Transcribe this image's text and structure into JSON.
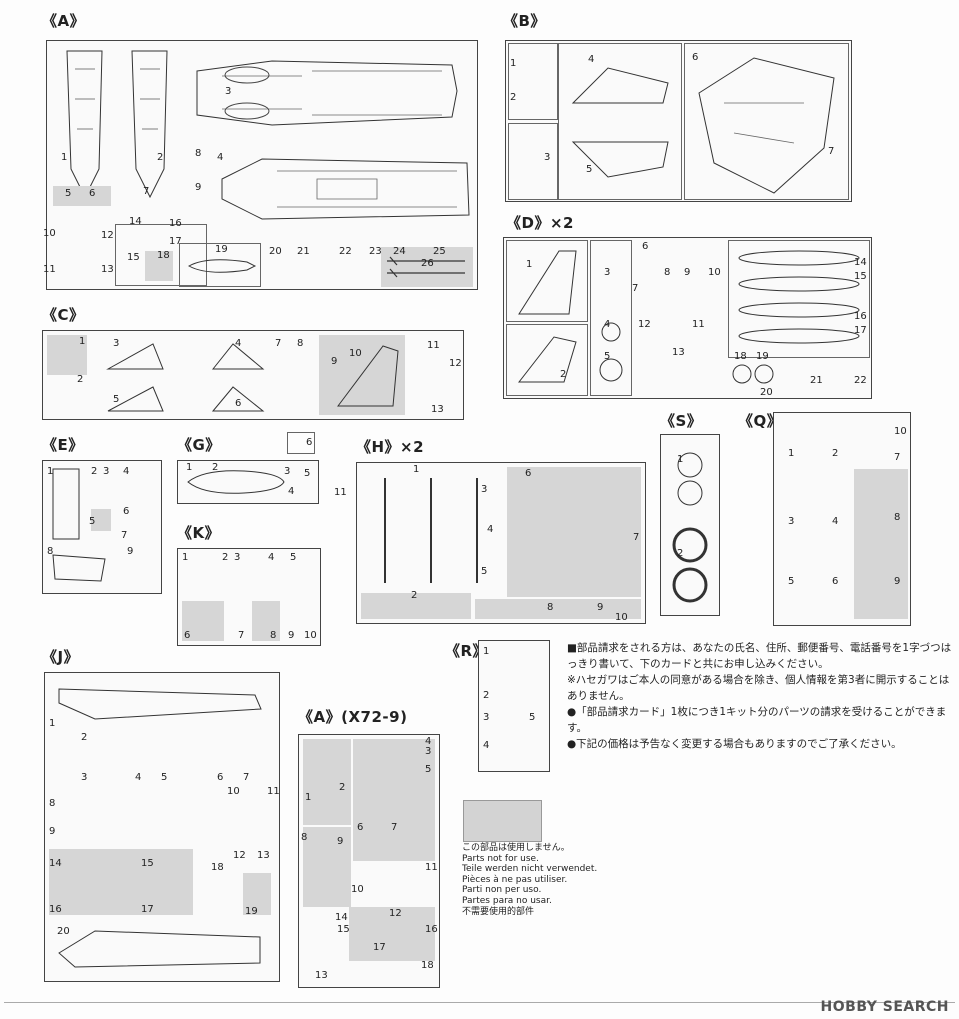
{
  "groups": {
    "A": {
      "title": "《A》",
      "parts": [
        "1",
        "2",
        "3",
        "4",
        "5",
        "6",
        "7",
        "8",
        "9",
        "10",
        "11",
        "12",
        "13",
        "14",
        "15",
        "16",
        "17",
        "18",
        "19",
        "20",
        "21",
        "22",
        "23",
        "24",
        "25",
        "26"
      ]
    },
    "B": {
      "title": "《B》",
      "parts": [
        "1",
        "2",
        "3",
        "4",
        "5",
        "6",
        "7"
      ]
    },
    "C": {
      "title": "《C》",
      "parts": [
        "1",
        "2",
        "3",
        "4",
        "5",
        "6",
        "7",
        "8",
        "9",
        "10",
        "11",
        "12",
        "13"
      ]
    },
    "D": {
      "title": "《D》×2",
      "parts": [
        "1",
        "2",
        "3",
        "4",
        "5",
        "6",
        "7",
        "8",
        "9",
        "10",
        "11",
        "12",
        "13",
        "14",
        "15",
        "16",
        "17",
        "18",
        "19",
        "20",
        "21",
        "22"
      ]
    },
    "E": {
      "title": "《E》",
      "parts": [
        "1",
        "2",
        "3",
        "4",
        "5",
        "6",
        "7",
        "8",
        "9"
      ]
    },
    "G": {
      "title": "《G》",
      "parts": [
        "1",
        "2",
        "3",
        "4",
        "5",
        "6"
      ]
    },
    "K": {
      "title": "《K》",
      "parts": [
        "1",
        "2",
        "3",
        "4",
        "5",
        "6",
        "7",
        "8",
        "9",
        "10"
      ]
    },
    "H": {
      "title": "《H》×2",
      "parts": [
        "1",
        "2",
        "3",
        "4",
        "5",
        "6",
        "7",
        "8",
        "9",
        "10",
        "11"
      ]
    },
    "S": {
      "title": "《S》",
      "parts": [
        "1",
        "2"
      ]
    },
    "Q": {
      "title": "《Q》",
      "parts": [
        "1",
        "2",
        "3",
        "4",
        "5",
        "6",
        "7",
        "8",
        "9",
        "10"
      ]
    },
    "J": {
      "title": "《J》",
      "parts": [
        "1",
        "2",
        "3",
        "4",
        "5",
        "6",
        "7",
        "8",
        "9",
        "10",
        "11",
        "12",
        "13",
        "14",
        "15",
        "16",
        "17",
        "18",
        "19",
        "20"
      ]
    },
    "R": {
      "title": "《R》",
      "parts": [
        "1",
        "2",
        "3",
        "4",
        "5"
      ]
    },
    "A2": {
      "title": "《A》(X72-9)",
      "parts": [
        "1",
        "2",
        "3",
        "4",
        "5",
        "6",
        "7",
        "8",
        "9",
        "10",
        "11",
        "12",
        "13",
        "14",
        "15",
        "16",
        "17",
        "18"
      ]
    }
  },
  "notes": [
    "■部品請求をされる方は、あなたの氏名、住所、郵便番号、電話番号を1字づつはっきり書いて、下のカードと共にお申し込みください。",
    "※ハセガワはご本人の同意がある場合を除き、個人情報を第3者に開示することはありません。",
    "●「部品請求カード」1枚につき1キット分のパーツの請求を受けることができます。",
    "●下記の価格は予告なく変更する場合もありますのでご了承ください。"
  ],
  "legend": [
    "この部品は使用しません。",
    "Parts not for use.",
    "Teile werden nicht verwendet.",
    "Pièces à ne pas utiliser.",
    "Parti non per uso.",
    "Partes para no usar.",
    "不需要使用的部件"
  ],
  "watermark": "HOBBY SEARCH"
}
